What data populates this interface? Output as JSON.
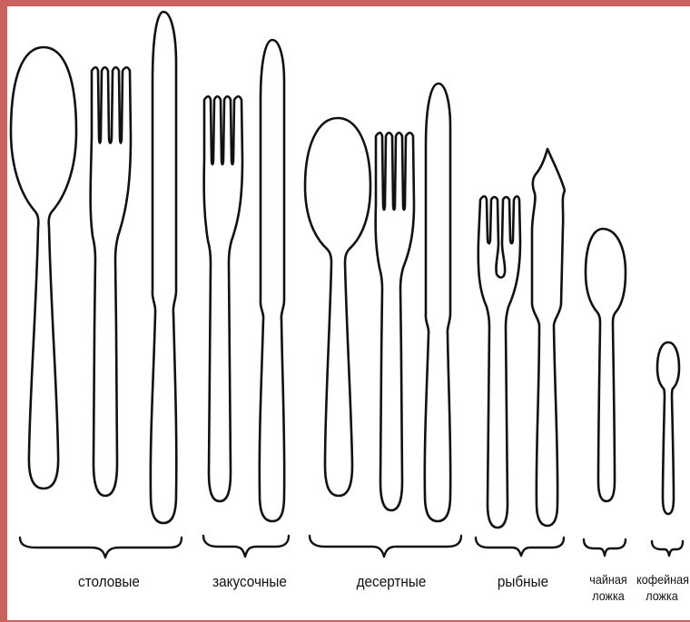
{
  "groups": [
    {
      "label": "столовые"
    },
    {
      "label": "закусочные"
    },
    {
      "label": "десертные"
    },
    {
      "label": "рыбные"
    },
    {
      "label_line1": "чайная",
      "label_line2": "ложка"
    },
    {
      "label_line1": "кофейная",
      "label_line2": "ложка"
    }
  ],
  "colors": {
    "border": "#c9625f",
    "stroke": "#111111",
    "background": "#ffffff"
  }
}
